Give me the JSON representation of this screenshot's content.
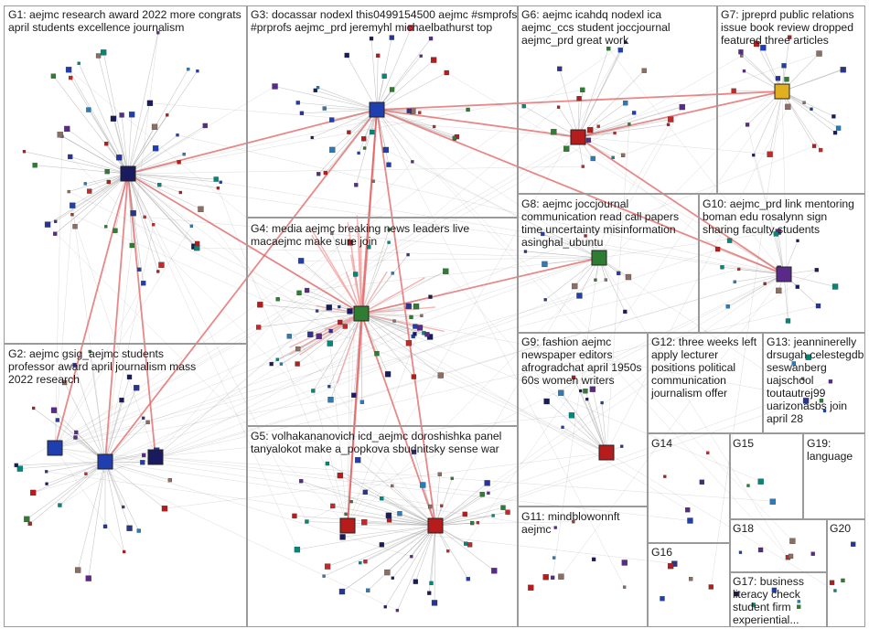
{
  "groups": [
    {
      "id": "G1",
      "label": "G1: aejmc research award 2022 more congrats april students excellence journalism"
    },
    {
      "id": "G2",
      "label": "G2: aejmc gsig_aejmc students professor award april journalism mass 2022 research"
    },
    {
      "id": "G3",
      "label": "G3: docassar nodexl this0499154500 aejmc #smprofs #prprofs aejmc_prd jeremyhl michaelbathurst top"
    },
    {
      "id": "G4",
      "label": "G4: media aejmc breaking news leaders live macaejmc make sure join"
    },
    {
      "id": "G5",
      "label": "G5: volhakananovich icd_aejmc doroshishka panel tanyalokot make a_popkova sbudnitsky sense war"
    },
    {
      "id": "G6",
      "label": "G6: aejmc icahdq nodexl ica aejmc_ccs student joccjournal aejmc_prd great work"
    },
    {
      "id": "G7",
      "label": "G7: jpreprd public relations issue book review dropped featured three articles"
    },
    {
      "id": "G8",
      "label": "G8: aejmc joccjournal communication read call papers time uncertainty misinformation asinghal_ubuntu"
    },
    {
      "id": "G9",
      "label": "G9: fashion aejmc newspaper editors afrogradchat april 1950s 60s women writers"
    },
    {
      "id": "G10",
      "label": "G10: aejmc_prd link mentoring boman edu rosalynn sign sharing faculty students"
    },
    {
      "id": "G11",
      "label": "G11: mindblowonnft aejmc"
    },
    {
      "id": "G12",
      "label": "G12: three weeks left apply lecturer positions political communication journalism offer"
    },
    {
      "id": "G13",
      "label": "G13: jeanninerelly drsugah celestegdb seswanberg uajschool toutautrej99 uarizonasbs join april 28"
    },
    {
      "id": "G14",
      "label": "G14"
    },
    {
      "id": "G15",
      "label": "G15"
    },
    {
      "id": "G16",
      "label": "G16"
    },
    {
      "id": "G17",
      "label": "G17: business literacy check student firm experiential..."
    },
    {
      "id": "G18",
      "label": "G18"
    },
    {
      "id": "G19",
      "label": "G19: language"
    },
    {
      "id": "G20",
      "label": "G20"
    }
  ],
  "colors": {
    "edge_gray": "#9a9a9a",
    "edge_red": "#e06060",
    "edge_pink": "#f2a0a0",
    "box_border": "#9a9a9a",
    "node_green": "#2e7d32",
    "node_blue": "#1f3fb0",
    "node_red": "#b71c1c",
    "node_yellow": "#e0b020",
    "node_purple": "#5a2a8a",
    "node_navy": "#1a1a5e"
  }
}
